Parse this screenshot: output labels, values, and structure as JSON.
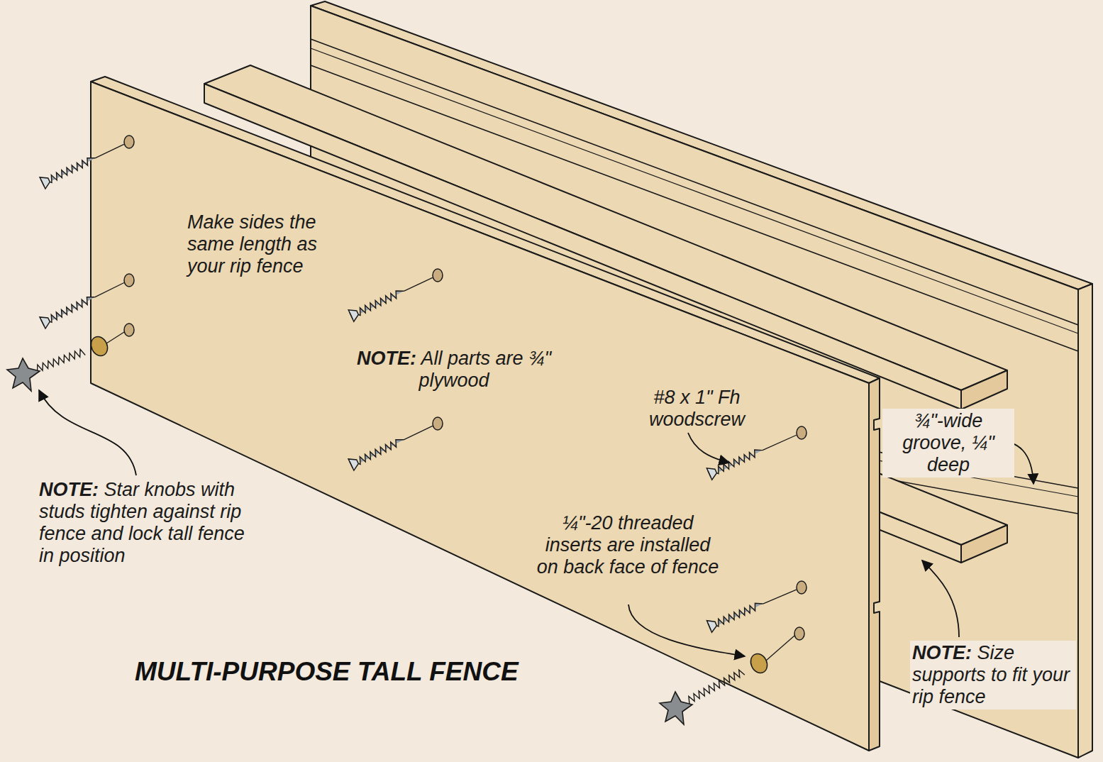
{
  "diagram": {
    "title": "MULTI-PURPOSE TALL FENCE",
    "labels": [
      "Make sides the same length as your rip fence",
      "NOTE: All parts are ¾\" plywood",
      "#8 x 1\" Fh woodscrew",
      "¾\"-wide groove, ¼\" deep",
      "¼\"-20 threaded inserts are installed on back face of fence",
      "NOTE: Star knobs with studs tighten against rip fence and lock tall fence in position",
      "NOTE: Size supports to fit your rip fence"
    ]
  }
}
